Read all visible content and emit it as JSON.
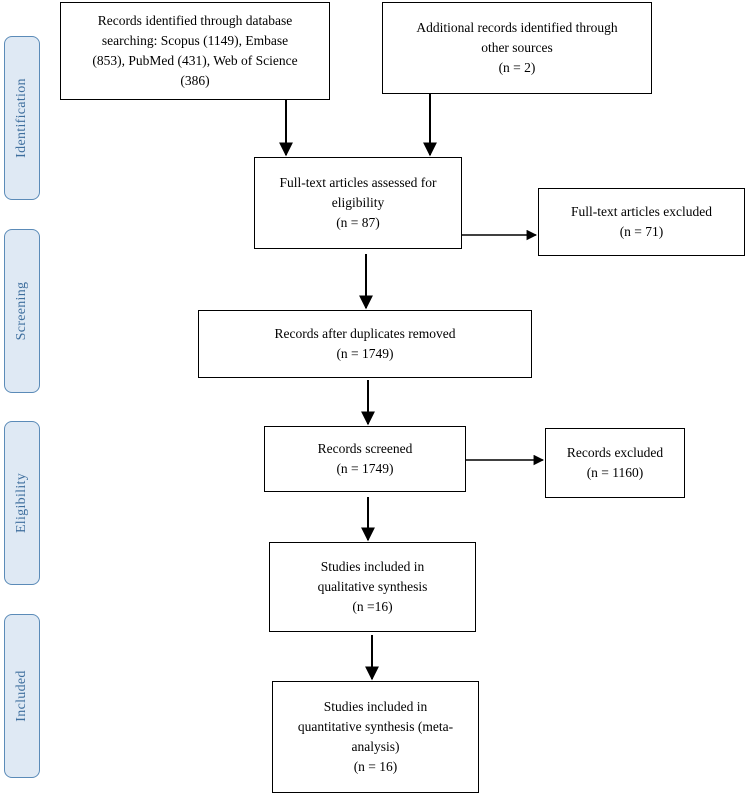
{
  "stages": [
    "Identification",
    "Screening",
    "Eligibility",
    "Included"
  ],
  "boxes": {
    "database": [
      "Records identified through database",
      "searching: Scopus (1149), Embase",
      "(853), PubMed (431), Web of Science",
      "(386)"
    ],
    "other_sources": [
      "Additional records identified through",
      "other sources",
      "(n = 2)"
    ],
    "fulltext_assessed": [
      "Full-text articles assessed for",
      "eligibility",
      "(n = 87)"
    ],
    "fulltext_excluded": [
      "Full-text articles excluded",
      "(n = 71)"
    ],
    "duplicates_removed": [
      "Records after duplicates removed",
      "(n = 1749)"
    ],
    "screened": [
      "Records screened",
      "(n = 1749)"
    ],
    "excluded": [
      "Records excluded",
      "(n = 1160)"
    ],
    "qualitative": [
      "Studies included in",
      "qualitative synthesis",
      "(n =16)"
    ],
    "quantitative": [
      "Studies included in",
      "quantitative synthesis (meta-",
      "analysis)",
      "(n = 16)"
    ]
  }
}
